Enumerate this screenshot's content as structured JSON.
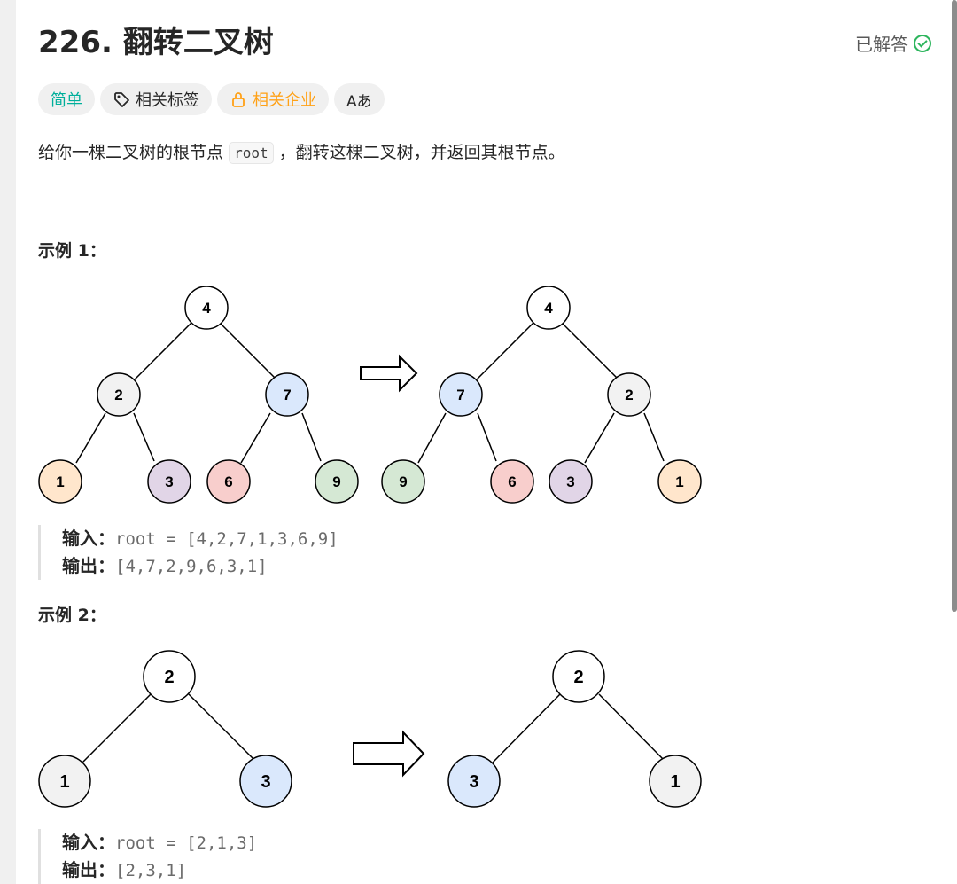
{
  "problem": {
    "title": "226. 翻转二叉树",
    "status_label": "已解答",
    "description_before": "给你一棵二叉树的根节点",
    "description_code": "root",
    "description_after": "，翻转这棵二叉树，并返回其根节点。"
  },
  "tags": {
    "difficulty": "简单",
    "related_tags": "相关标签",
    "related_companies": "相关企业",
    "translate": "Aあ"
  },
  "examples": [
    {
      "title": "示例 1：",
      "input_label": "输入：",
      "input_value": "root = [4,2,7,1,3,6,9]",
      "output_label": "输出：",
      "output_value": "[4,7,2,9,6,3,1]",
      "before_tree": [
        "4",
        "2",
        "7",
        "1",
        "3",
        "6",
        "9"
      ],
      "after_tree": [
        "4",
        "7",
        "2",
        "9",
        "6",
        "3",
        "1"
      ]
    },
    {
      "title": "示例 2：",
      "input_label": "输入：",
      "input_value": "root = [2,1,3]",
      "output_label": "输出：",
      "output_value": "[2,3,1]",
      "before_tree": [
        "2",
        "1",
        "3"
      ],
      "after_tree": [
        "2",
        "3",
        "1"
      ]
    }
  ],
  "colors": {
    "accent_easy": "#00af9b",
    "accent_company": "#ffa116",
    "solved_check": "#2db55d",
    "node_white": "#ffffff",
    "node_gray": "#f2f2f2",
    "node_blue": "#dae8fc",
    "node_orange": "#ffe6cc",
    "node_purple": "#e1d5e7",
    "node_red": "#f8cecc",
    "node_green": "#d5e8d4"
  }
}
